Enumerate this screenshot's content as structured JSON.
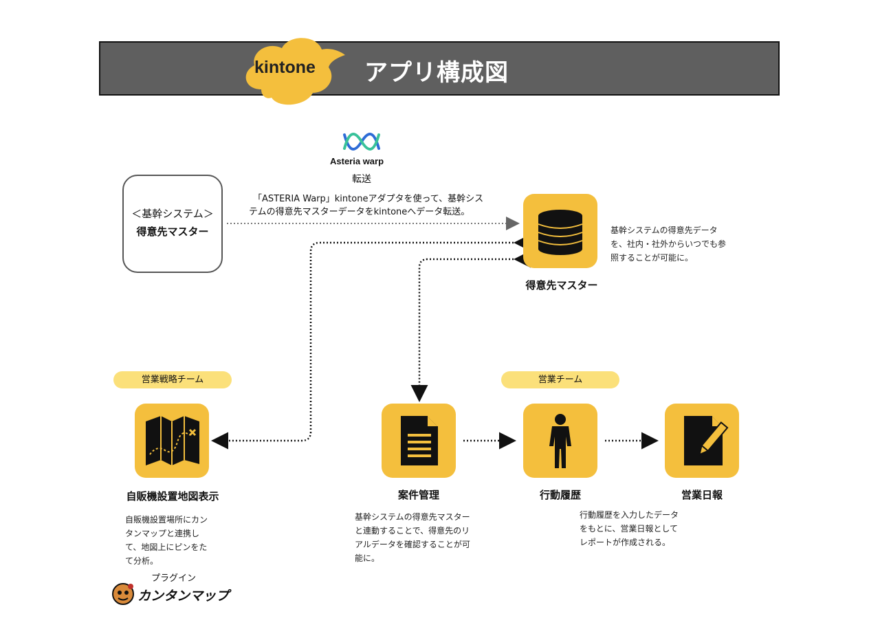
{
  "header": {
    "logo": "kintone",
    "title": "アプリ構成図"
  },
  "core_system": {
    "line1": "＜基幹システム＞",
    "line2": "得意先マスター"
  },
  "asteria": {
    "logo_text": "Asteria warp",
    "transfer_label": "転送",
    "description_line1": "「ASTERIA Warp」kintoneアダプタを使って、基幹シス",
    "description_line2": "テムの得意先マスターデータをkintoneへデータ転送。"
  },
  "nodes": {
    "master": {
      "label": "得意先マスター",
      "icon": "database-icon",
      "desc": [
        "基幹システムの得意先データ",
        "を、社内・社外からいつでも参",
        "照することが可能に。"
      ]
    },
    "map": {
      "label": "自販機設置地図表示",
      "icon": "map-icon",
      "desc": [
        "自販機設置場所にカン",
        "タンマップと連携し",
        "て、地図上にピンをた",
        "て分析。"
      ]
    },
    "case": {
      "label": "案件管理",
      "icon": "document-icon",
      "desc": [
        "基幹システムの得意先マスター",
        "と連動することで、得意先のリ",
        "アルデータを確認することが可",
        "能に。"
      ]
    },
    "activity": {
      "label": "行動履歴",
      "icon": "person-icon",
      "desc": [
        "行動履歴を入力したデータ",
        "をもとに、営業日報として",
        "レポートが作成される。"
      ]
    },
    "report": {
      "label": "営業日報",
      "icon": "edit-document-icon"
    }
  },
  "teams": {
    "strategy": "営業戦略チーム",
    "sales": "営業チーム"
  },
  "plugin": {
    "label": "プラグイン",
    "name": "カンタンマップ"
  },
  "colors": {
    "tile": "#f4bf3d",
    "pill": "#fbe07a",
    "header_bg": "#5f5f5f"
  }
}
